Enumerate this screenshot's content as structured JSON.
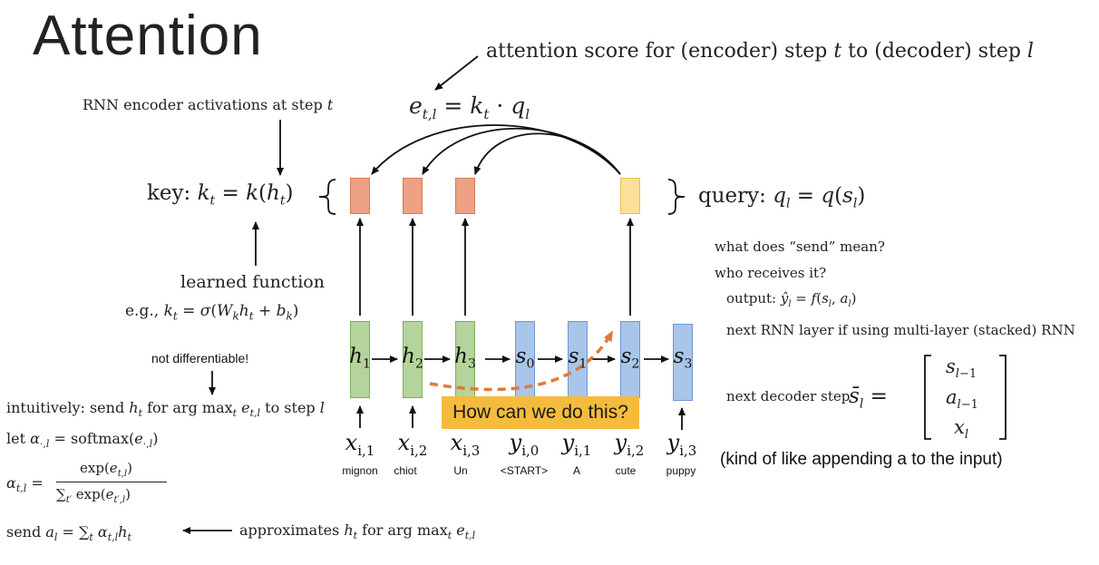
{
  "title": "Attention",
  "score_label": "attention score for (encoder) step t to (decoder) step l",
  "score_eq": "e_{t,l} = k_t · q_l",
  "encoder_label": "RNN encoder activations at step t",
  "key_label": "key: k_t = k(h_t)",
  "query_label": "query: q_l = q(s_l)",
  "learned_function": "learned function",
  "learned_eg": "e.g., k_t = σ(W_k h_t + b_k)",
  "not_differentiable": "not differentiable!",
  "intuitive": "intuitively: send h_t for arg max_t e_{t,l} to step l",
  "let_alpha": "let α_{·,l} = softmax(e_{·,l})",
  "alpha_lhs": "α_{t,l} =",
  "alpha_num": "exp(e_{t,l})",
  "alpha_den": "Σ_{t'} exp(e_{t',l})",
  "send_a": "send a_l = Σ_t α_{t,l} h_t",
  "approximates": "approximates h_t for arg max_t e_{t,l}",
  "question_send": "what does “send” mean?",
  "who_receives": "who receives it?",
  "output_eq": "output: ŷ_l = f(s_l, a_l)",
  "next_rnn": "next RNN layer if using multi-layer (stacked) RNN",
  "next_decoder": "next decoder step",
  "sbar": "s̄_l =",
  "matrix": [
    "s_{l−1}",
    "a_{l−1}",
    "x_l"
  ],
  "appending": "(kind of like appending a to the input)",
  "callout": "How can we do this?",
  "tokens": [
    "mignon",
    "chiot",
    "Un",
    "<START>",
    "A",
    "cute",
    "puppy"
  ],
  "inputs": [
    "x_{i,1}",
    "x_{i,2}",
    "x_{i,3}",
    "y_{i,0}",
    "y_{i,1}",
    "y_{i,2}",
    "y_{i,3}"
  ],
  "hidden": [
    "h_1",
    "h_2",
    "h_3",
    "s_0",
    "s_1",
    "s_2",
    "s_3"
  ],
  "colors": {
    "encoder_fill": "#b5d49b",
    "encoder_stroke": "#7fae5f",
    "decoder_fill": "#a9c5ea",
    "decoder_stroke": "#6f98cf",
    "key_fill": "#eea184",
    "key_stroke": "#d67a58",
    "query_fill": "#fbe09a",
    "query_stroke": "#e9bf53",
    "callout": "#f5bb3c",
    "dashed_arrow": "#e07a35"
  }
}
